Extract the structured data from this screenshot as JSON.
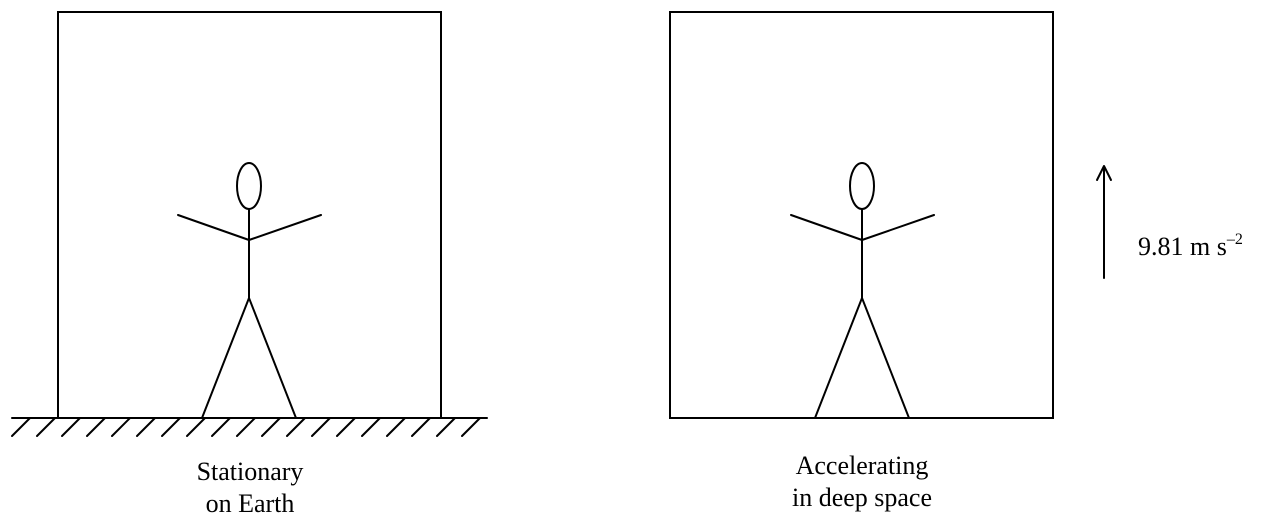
{
  "left_panel": {
    "caption_line1": "Stationary",
    "caption_line2": "on Earth"
  },
  "right_panel": {
    "caption_line1": "Accelerating",
    "caption_line2": "in deep space"
  },
  "acceleration": {
    "value": "9.81 m s",
    "exponent": "–2",
    "direction": "up"
  }
}
